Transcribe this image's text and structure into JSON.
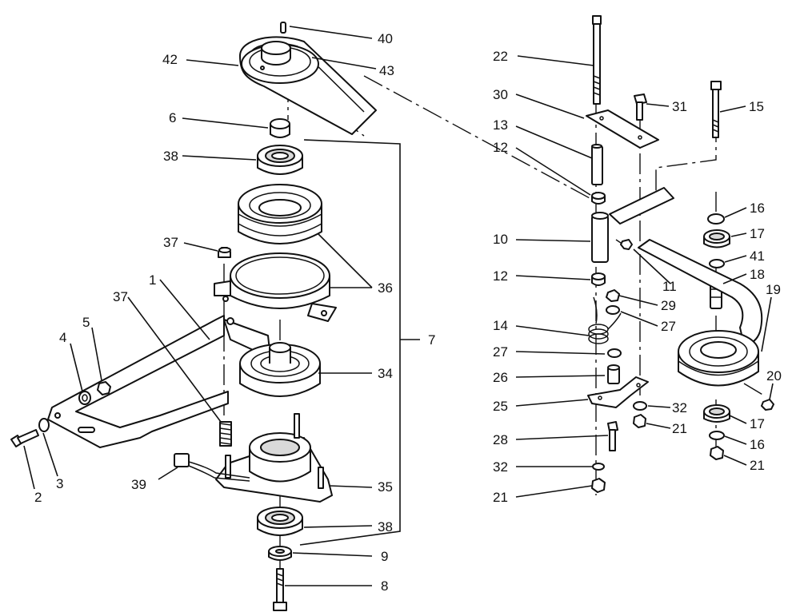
{
  "callouts": {
    "c1": "1",
    "c2": "2",
    "c3": "3",
    "c4": "4",
    "c5": "5",
    "c6": "6",
    "c7": "7",
    "c8": "8",
    "c9": "9",
    "c10": "10",
    "c11": "11",
    "c12a": "12",
    "c12b": "12",
    "c13": "13",
    "c14": "14",
    "c15": "15",
    "c16a": "16",
    "c16b": "16",
    "c17a": "17",
    "c17b": "17",
    "c18": "18",
    "c19": "19",
    "c20": "20",
    "c21a": "21",
    "c21b": "21",
    "c21c": "21",
    "c22": "22",
    "c25": "25",
    "c26": "26",
    "c27a": "27",
    "c27b": "27",
    "c28": "28",
    "c29": "29",
    "c30": "30",
    "c31": "31",
    "c32a": "32",
    "c32b": "32",
    "c34": "34",
    "c35": "35",
    "c36": "36",
    "c37a": "37",
    "c37b": "37",
    "c38a": "38",
    "c38b": "38",
    "c39": "39",
    "c40": "40",
    "c41": "41",
    "c42": "42",
    "c43": "43"
  }
}
